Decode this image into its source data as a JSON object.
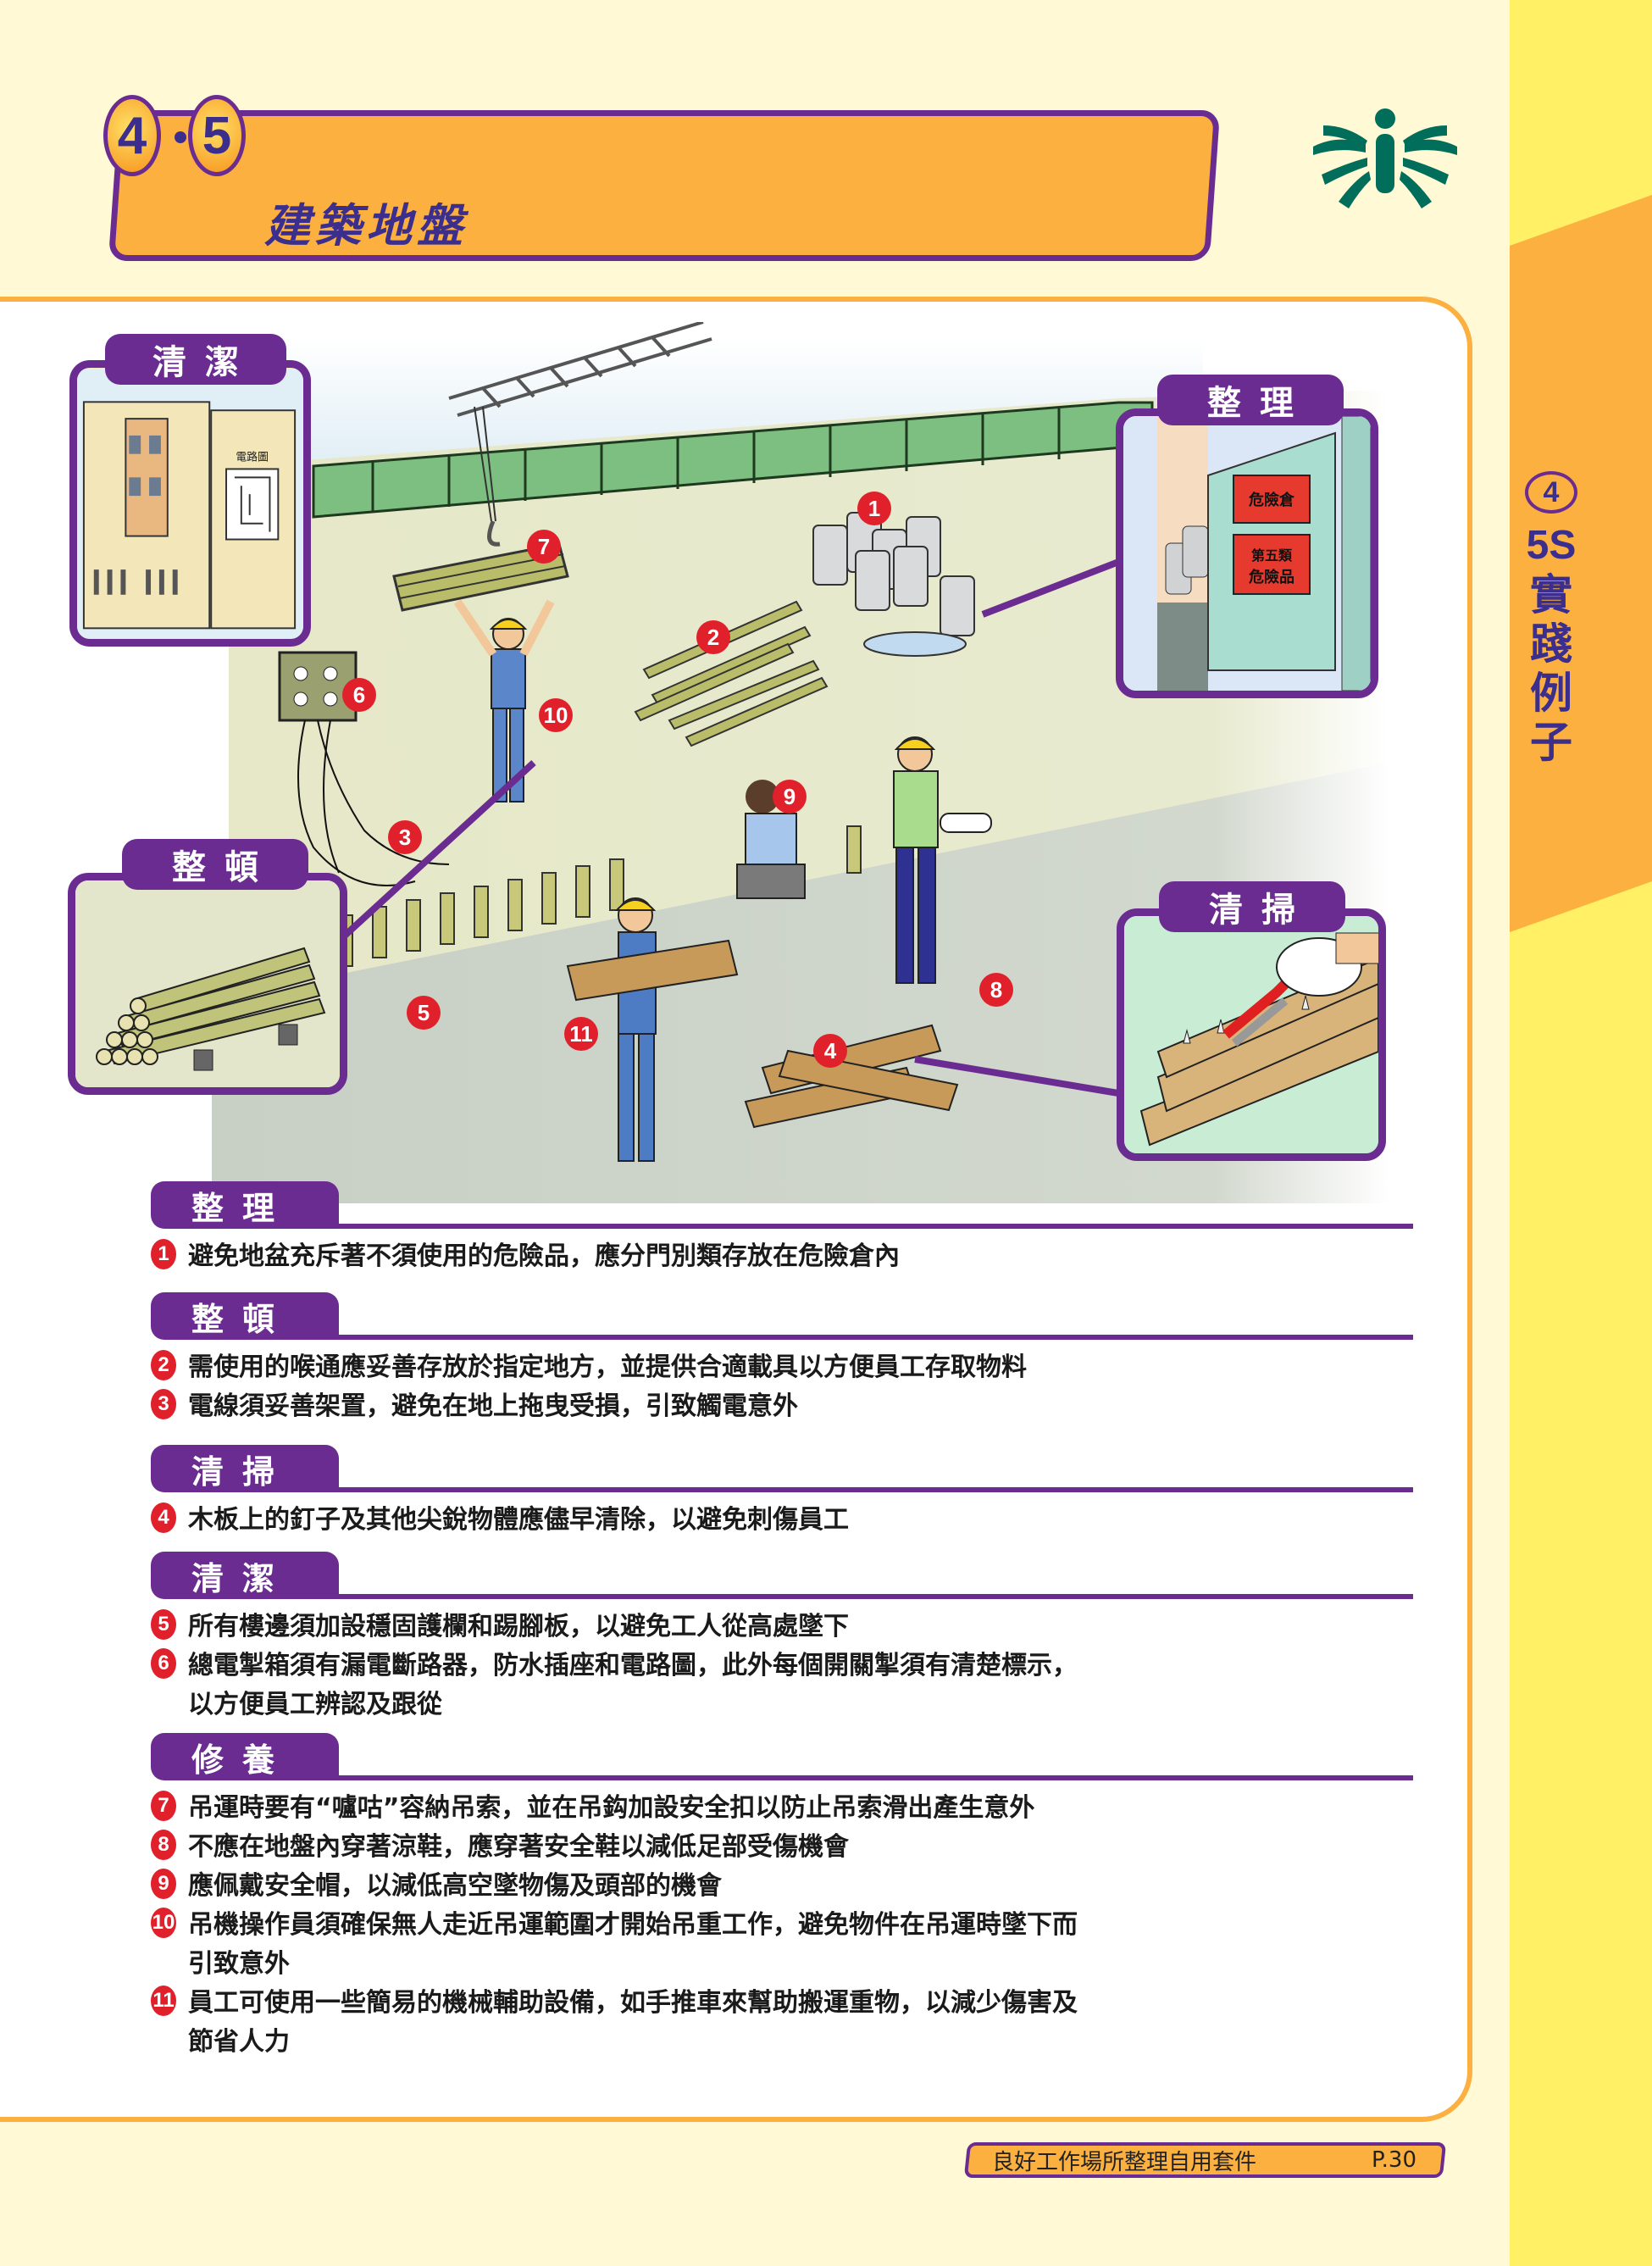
{
  "header": {
    "section_number_left": "4",
    "section_number_right": "5",
    "title": "建築地盤"
  },
  "side_tab": {
    "chapter_number": "4",
    "label_line1": "5S",
    "label_chars": [
      "實",
      "踐",
      "例",
      "子"
    ]
  },
  "callouts": {
    "top_left": {
      "label": "清潔",
      "sign_text": "電路圖"
    },
    "top_right": {
      "label": "整理",
      "sign1": "危險倉",
      "sign2_line1": "第五類",
      "sign2_line2": "危險品"
    },
    "mid_left": {
      "label": "整頓"
    },
    "mid_right": {
      "label": "清掃"
    }
  },
  "scene_markers": [
    "1",
    "2",
    "3",
    "4",
    "5",
    "6",
    "7",
    "8",
    "9",
    "10",
    "11"
  ],
  "sections": [
    {
      "heading": "整理",
      "items": [
        {
          "num": "1",
          "lines": [
            "避免地盆充斥著不須使用的危險品，應分門別類存放在危險倉內"
          ]
        }
      ]
    },
    {
      "heading": "整頓",
      "items": [
        {
          "num": "2",
          "lines": [
            "需使用的喉通應妥善存放於指定地方，並提供合適載具以方便員工存取物料"
          ]
        },
        {
          "num": "3",
          "lines": [
            "電線須妥善架置，避免在地上拖曳受損，引致觸電意外"
          ]
        }
      ]
    },
    {
      "heading": "清掃",
      "items": [
        {
          "num": "4",
          "lines": [
            "木板上的釘子及其他尖銳物體應儘早清除，以避免刺傷員工"
          ]
        }
      ]
    },
    {
      "heading": "清潔",
      "items": [
        {
          "num": "5",
          "lines": [
            "所有樓邊須加設穩固護欄和踢腳板，以避免工人從高處墜下"
          ]
        },
        {
          "num": "6",
          "lines": [
            "總電掣箱須有漏電斷路器，防水插座和電路圖，此外每個開關掣須有清楚標示，",
            "以方便員工辨認及跟從"
          ]
        }
      ]
    },
    {
      "heading": "修養",
      "items": [
        {
          "num": "7",
          "lines": [
            "吊運時要有“嚧咕”容納吊索，並在吊鈎加設安全扣以防止吊索滑出產生意外"
          ]
        },
        {
          "num": "8",
          "lines": [
            "不應在地盤內穿著涼鞋，應穿著安全鞋以減低足部受傷機會"
          ]
        },
        {
          "num": "9",
          "lines": [
            "應佩戴安全帽，以減低高空墜物傷及頭部的機會"
          ]
        },
        {
          "num": "10",
          "lines": [
            "吊機操作員須確保無人走近吊運範圍才開始吊重工作，避免物件在吊運時墜下而",
            "引致意外"
          ]
        },
        {
          "num": "11",
          "lines": [
            "員工可使用一些簡易的機械輔助設備，如手推車來幫助搬運重物，以減少傷害及",
            "節省人力"
          ]
        }
      ]
    }
  ],
  "footer": {
    "title": "良好工作場所整理自用套件",
    "page": "P.30"
  },
  "colors": {
    "purple": "#6b2c91",
    "orange": "#fbb040",
    "yellow_strip": "#fff066",
    "page_bg": "#fff9d6",
    "marker_red": "#e0202a",
    "title_blue": "#3b2e8c",
    "logo_green": "#006e5a"
  }
}
